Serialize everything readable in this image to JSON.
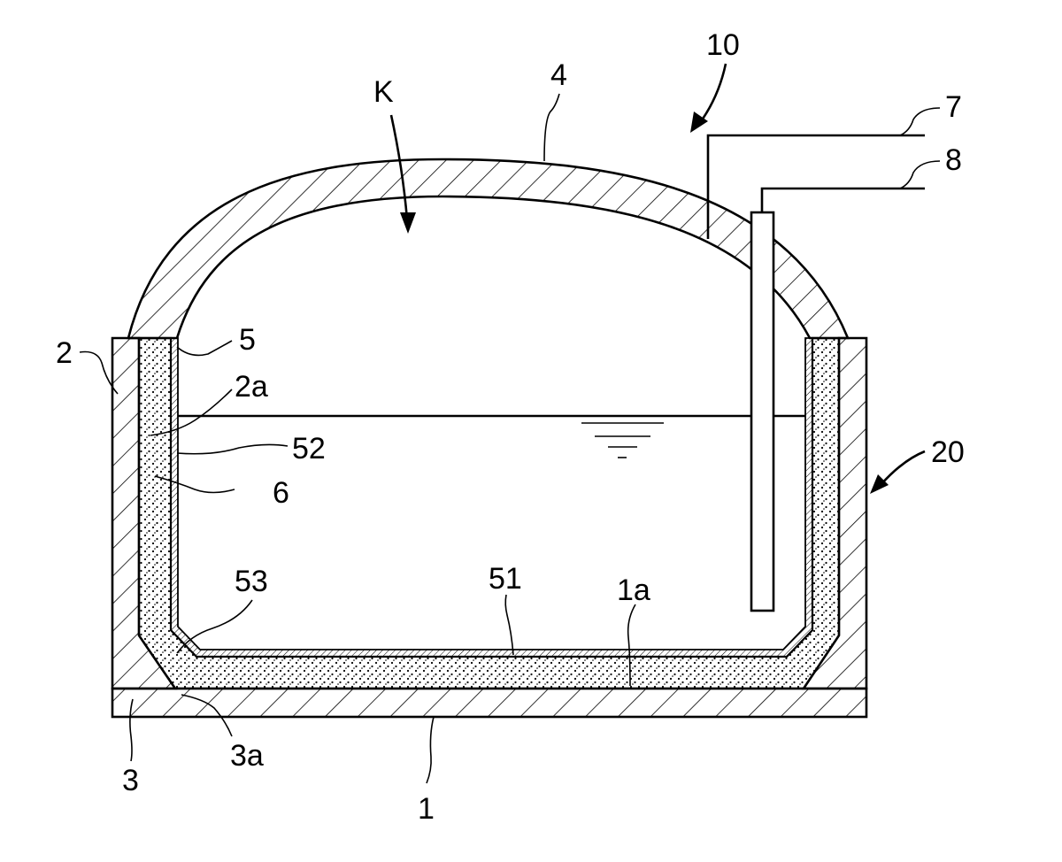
{
  "figure": {
    "labels": {
      "ref_10": "10",
      "ref_K": "K",
      "ref_4": "4",
      "ref_7": "7",
      "ref_8": "8",
      "ref_2": "2",
      "ref_5": "5",
      "ref_2a": "2a",
      "ref_52": "52",
      "ref_6": "6",
      "ref_20": "20",
      "ref_53": "53",
      "ref_51": "51",
      "ref_1a": "1a",
      "ref_3": "3",
      "ref_3a": "3a",
      "ref_1": "1"
    }
  }
}
